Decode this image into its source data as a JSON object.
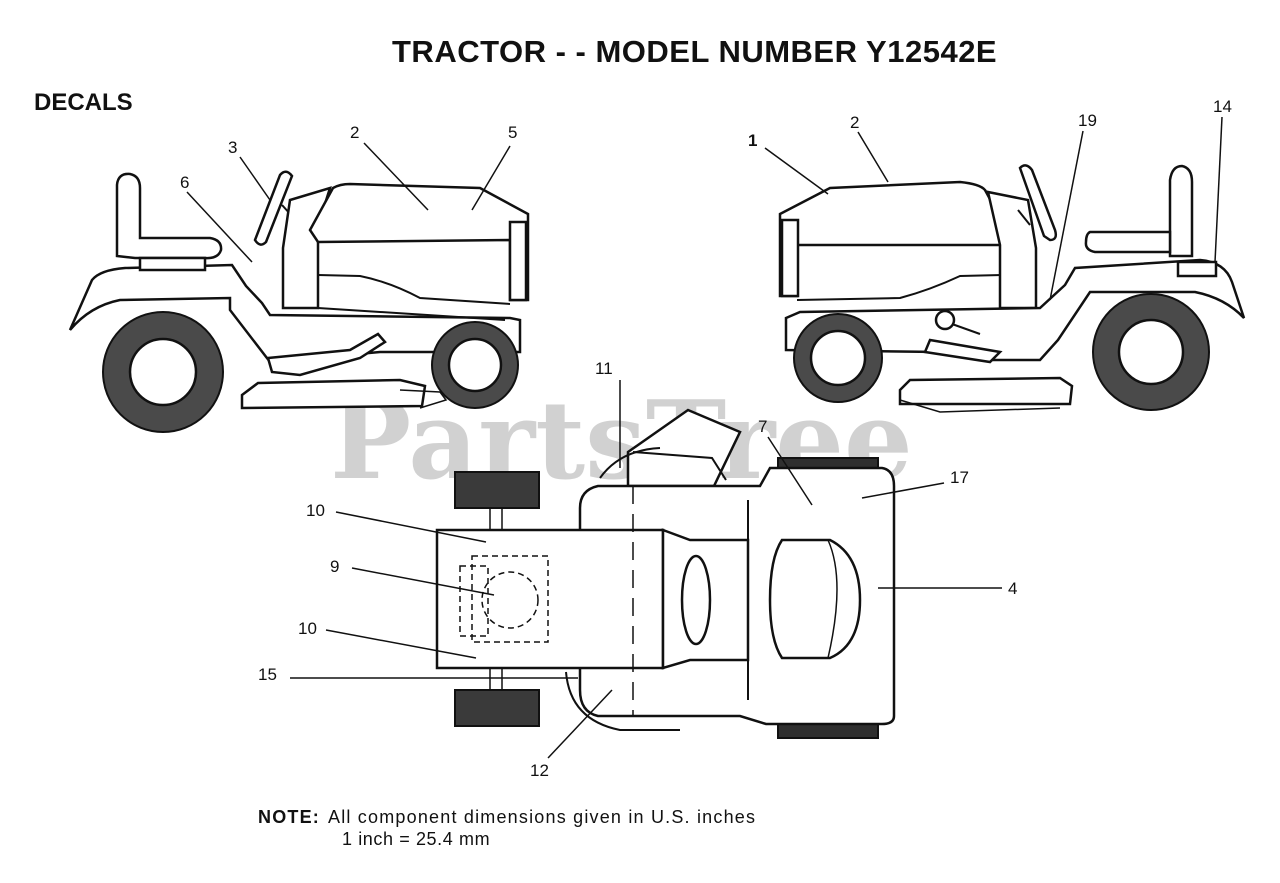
{
  "title": "TRACTOR - - MODEL NUMBER Y12542E",
  "section": "DECALS",
  "watermark": "PartsTree",
  "note": {
    "label": "NOTE:",
    "line1": "All component dimensions given in U.S. inches",
    "line2": "1 inch = 25.4 mm"
  },
  "callouts": {
    "c1": "1",
    "c2a": "2",
    "c2b": "2",
    "c3": "3",
    "c4": "4",
    "c5": "5",
    "c6": "6",
    "c7": "7",
    "c9": "9",
    "c10a": "10",
    "c10b": "10",
    "c11": "11",
    "c12": "12",
    "c14": "14",
    "c15": "15",
    "c17": "17",
    "c19": "19"
  }
}
